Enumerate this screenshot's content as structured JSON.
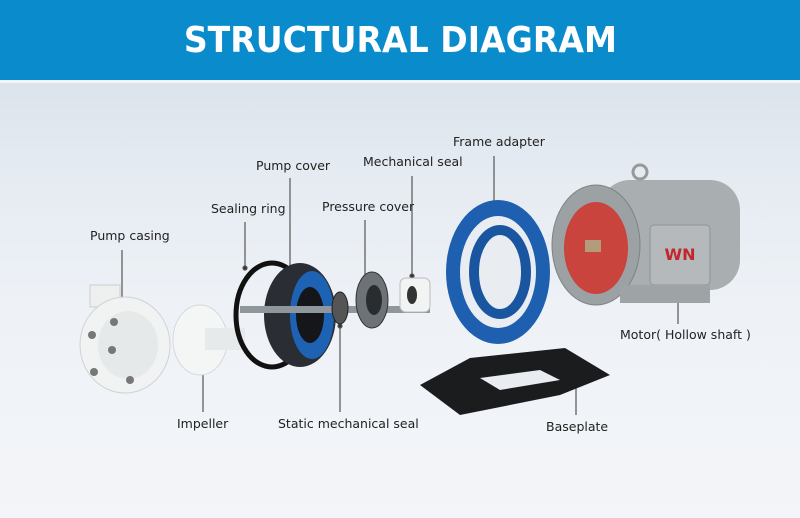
{
  "header": {
    "title": "STRUCTURAL DIAGRAM"
  },
  "parts": {
    "pump_casing": "Pump casing",
    "sealing_ring": "Sealing ring",
    "pump_cover": "Pump cover",
    "pressure_cover": "Pressure cover",
    "mechanical_seal": "Mechanical seal",
    "frame_adapter": "Frame adapter",
    "motor": "Motor( Hollow shaft )",
    "impeller": "Impeller",
    "static_mechanical_seal": "Static mechanical seal",
    "baseplate": "Baseplate"
  },
  "motor_brand": "WN",
  "colors": {
    "header": "#0a8bcb",
    "adapter": "#1f5fb0",
    "motor": "#a9aeb1",
    "motor_face": "#c9443d"
  }
}
